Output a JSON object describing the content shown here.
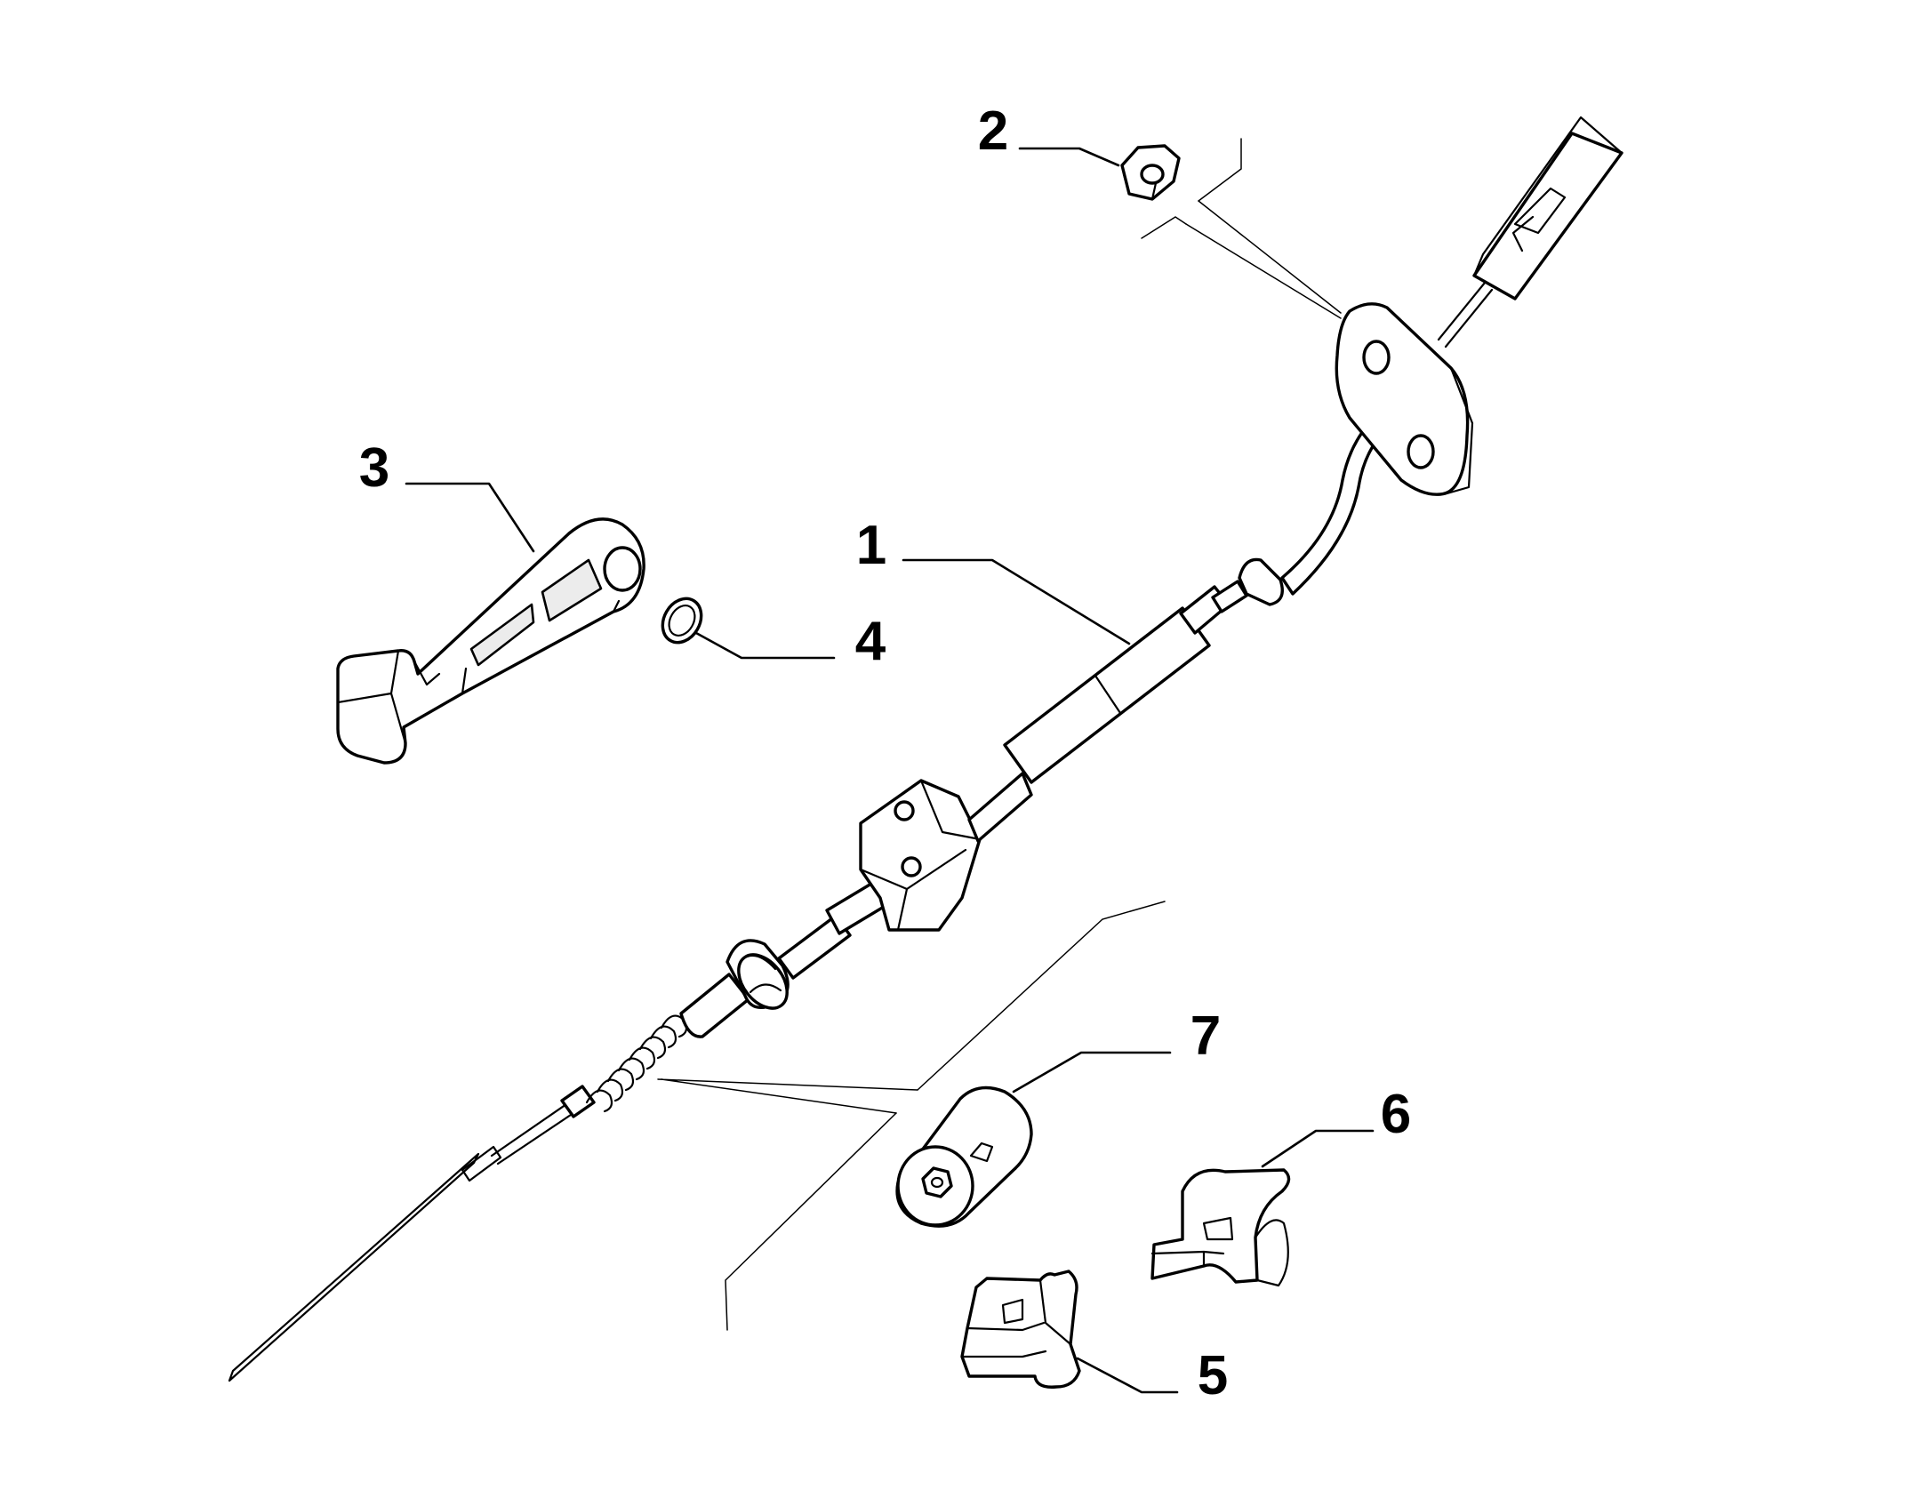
{
  "diagram": {
    "type": "exploded parts diagram",
    "callouts": [
      {
        "id": "1",
        "text": "1"
      },
      {
        "id": "2",
        "text": "2"
      },
      {
        "id": "3",
        "text": "3"
      },
      {
        "id": "4",
        "text": "4"
      },
      {
        "id": "5",
        "text": "5"
      },
      {
        "id": "6",
        "text": "6"
      },
      {
        "id": "7",
        "text": "7"
      }
    ]
  }
}
